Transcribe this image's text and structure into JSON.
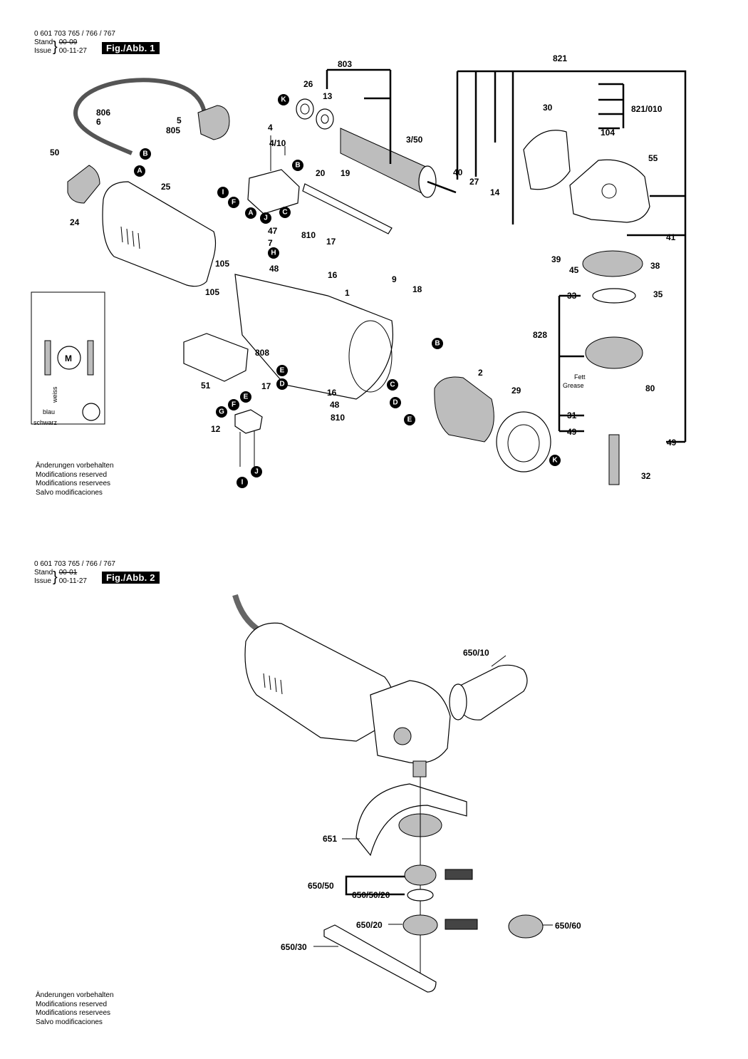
{
  "figure1": {
    "header": {
      "model_codes": "0 601 703 765 / 766 / 767",
      "stand_label": "Stand",
      "issue_label": "Issue",
      "stand_date": "00-09",
      "issue_date": "00-11-27"
    },
    "figure_tag": "Fig./Abb. 1",
    "part_labels": [
      "803",
      "821",
      "26",
      "13",
      "806",
      "6",
      "5",
      "805",
      "4",
      "4/10",
      "3/50",
      "30",
      "821/010",
      "104",
      "50",
      "55",
      "20",
      "19",
      "40",
      "27",
      "14",
      "25",
      "24",
      "47",
      "810",
      "17",
      "7",
      "105",
      "105",
      "48",
      "16",
      "9",
      "18",
      "1",
      "41",
      "39",
      "45",
      "38",
      "33",
      "35",
      "828",
      "808",
      "2",
      "29",
      "51",
      "17",
      "16",
      "48",
      "810",
      "12",
      "31",
      "49",
      "49",
      "32",
      "80"
    ],
    "grease_label": [
      "Fett",
      "Grease"
    ],
    "callouts": [
      "K",
      "B",
      "A",
      "I",
      "F",
      "A",
      "J",
      "C",
      "B",
      "H",
      "B",
      "C",
      "D",
      "E",
      "E",
      "D",
      "G",
      "F",
      "E",
      "J",
      "I",
      "K"
    ],
    "schematic": {
      "motor_label": "M",
      "wire_labels": [
        "weiss",
        "blau",
        "schwarz"
      ]
    },
    "notes": [
      "Änderungen vorbehalten",
      "Modifications reserved",
      "Modifications reservees",
      "Salvo modificaciones"
    ]
  },
  "figure2": {
    "header": {
      "model_codes": "0 601 703 765 / 766 / 767",
      "stand_label": "Stand",
      "issue_label": "Issue",
      "stand_date": "00-01",
      "issue_date": "00-11-27"
    },
    "figure_tag": "Fig./Abb. 2",
    "part_labels": [
      "650/10",
      "651",
      "650/50",
      "650/50/20",
      "650/20",
      "650/60",
      "650/30"
    ],
    "notes": [
      "Änderungen vorbehalten",
      "Modifications reserved",
      "Modifications reservees",
      "Salvo modificaciones"
    ]
  }
}
